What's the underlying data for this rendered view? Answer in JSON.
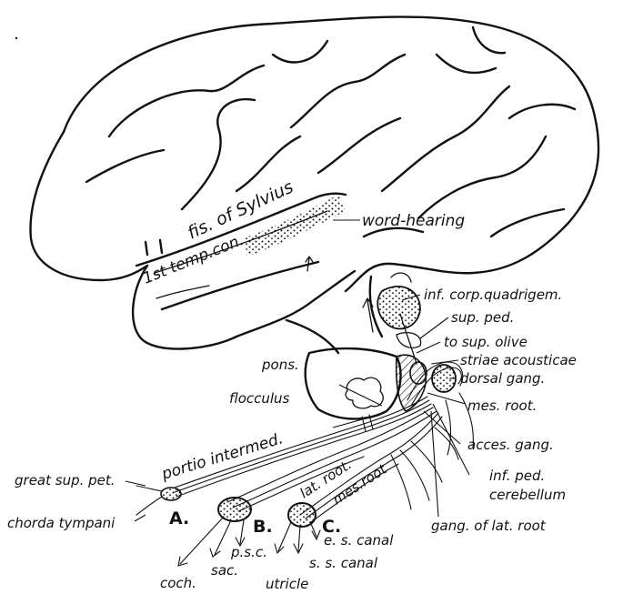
{
  "labels": {
    "fis_sylvius": "fis. of Sylvius",
    "word_hearing": "word-hearing",
    "temp_con": "1st temp.con.",
    "inf_corp": "inf. corp.quadrigem.",
    "sup_ped": "sup. ped.",
    "sup_olive": "to sup. olive",
    "striae": "striae acousticae",
    "dorsal_gang": "dorsal gang.",
    "pons": "pons.",
    "mes_root_r": "mes. root.",
    "flocculus": "flocculus",
    "acces_gang": "acces. gang.",
    "portio": "portio intermed.",
    "lat_root": "lat. root.",
    "mes_root_l": "mes.root",
    "inf_ped": "inf. ped.",
    "cerebellum": "cerebellum",
    "great_sup_pet": "great sup. pet.",
    "chorda": "chorda tympani",
    "a": "A.",
    "b": "B.",
    "c": "C.",
    "gang_lat_root": "gang. of lat. root",
    "e_s_canal": "e. s. canal",
    "p_s_c": "p.s.c.",
    "s_s_canal": "s. s. canal",
    "sac": "sac.",
    "coch": "coch.",
    "utricle": "utricle"
  }
}
